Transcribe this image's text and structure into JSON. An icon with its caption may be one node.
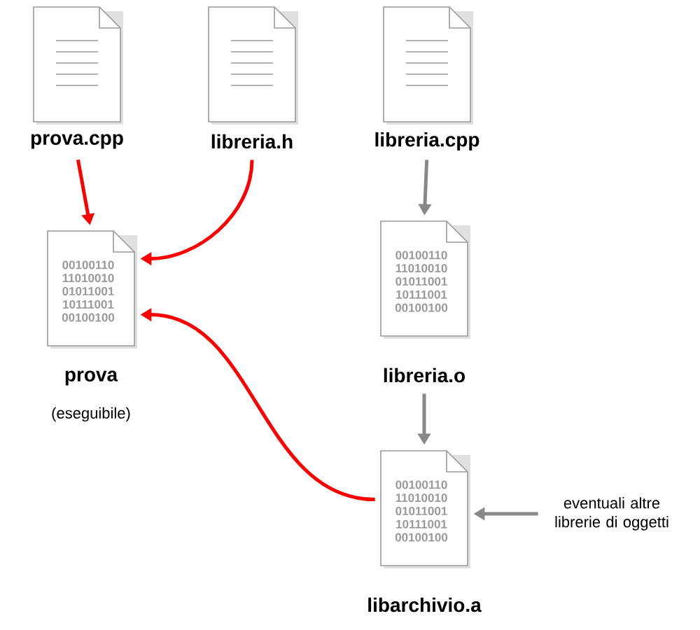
{
  "diagram": {
    "nodes": [
      {
        "text": [
          "prova.cpp"
        ]
      },
      {
        "text": [
          "libreria.h"
        ]
      },
      {
        "text": [
          "libreria.cpp"
        ]
      },
      {
        "text": [
          "00100110 11010010 01011001 10111001 00100100",
          "prova"
        ],
        "beside": [
          "(eseguibile)"
        ]
      },
      {
        "text": [
          "00100110 11010010 01011001 10111001 00100100",
          "libreria.o"
        ]
      },
      {
        "text": [
          "00100110 11010010 01011001 10111001 00100100",
          "libarchivio.a"
        ]
      },
      {
        "text": [
          "eventuali altre librerie di oggetti"
        ]
      }
    ],
    "edges": [
      {
        "from": 0,
        "to": 3,
        "arrow": "to",
        "color": "#ff0000"
      },
      {
        "from": 1,
        "to": 3,
        "arrow": "to",
        "color": "#ff0000"
      },
      {
        "from": 2,
        "to": 4,
        "arrow": "to",
        "color": "#888888"
      },
      {
        "from": 4,
        "to": 5,
        "arrow": "to",
        "color": "#888888"
      },
      {
        "from": 5,
        "to": 3,
        "arrow": "to",
        "color": "#ff0000"
      },
      {
        "from": 6,
        "to": 5,
        "arrow": "to",
        "color": "#888888"
      }
    ]
  }
}
